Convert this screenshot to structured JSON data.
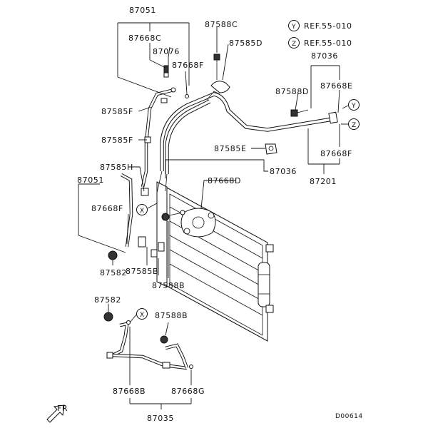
{
  "labels": {
    "l87051_top": "87051",
    "l87668C": "87668C",
    "l87076": "87076",
    "l87668F_top": "87668F",
    "l87588C": "87588C",
    "l87585D": "87585D",
    "refY_letter": "Y",
    "refY_text": "REF.55-010",
    "refZ_letter": "Z",
    "refZ_text": "REF.55-010",
    "l87036_top": "87036",
    "l87588D": "87588D",
    "l87668E": "87668E",
    "calloutY_right": "Y",
    "calloutZ_right": "Z",
    "l87585F_a": "87585F",
    "l87585F_b": "87585F",
    "l87585E": "87585E",
    "l87668F_right": "87668F",
    "l87585H": "87585H",
    "l87036_mid": "87036",
    "l87201": "87201",
    "l87051_left": "87051",
    "l87668D": "87668D",
    "l87668F_left": "87668F",
    "calloutX_a": "X",
    "l87582_a": "87582",
    "l87585B": "87585B",
    "l87588B_a": "87588B",
    "l87582_b": "87582",
    "calloutX_b": "X",
    "l87588B_b": "87588B",
    "l87668B": "87668B",
    "l87668G": "87668G",
    "l87035": "87035",
    "fr": "FR",
    "diagram_id": "D00614"
  }
}
